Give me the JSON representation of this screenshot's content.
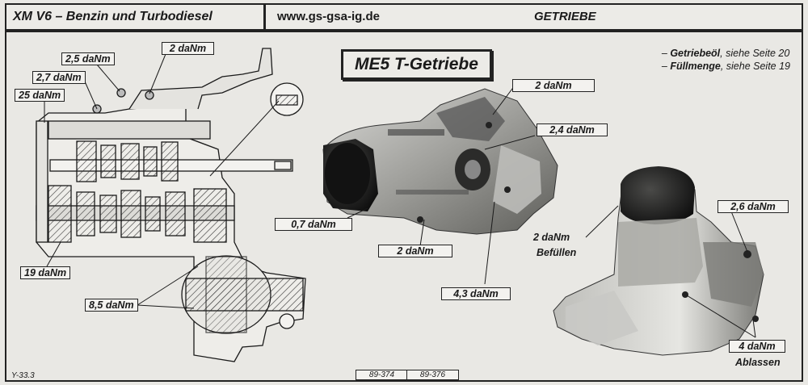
{
  "header": {
    "model": "XM V6 – Benzin und Turbodiesel",
    "url": "www.gs-gsa-ig.de",
    "section": "GETRIEBE"
  },
  "title": "ME5 T-Getriebe",
  "notes": [
    {
      "prefix": "– ",
      "bold": "Getriebeöl",
      "rest": ", siehe Seite 20"
    },
    {
      "prefix": "– ",
      "bold": "Füllmenge",
      "rest": ", siehe Seite 19"
    }
  ],
  "labels": {
    "l_2_5": "2,5 daNm",
    "l_2_top": "2 daNm",
    "l_2_7": "2,7 daNm",
    "l_25": "25 daNm",
    "l_19": "19 daNm",
    "l_8_5": "8,5 daNm",
    "l_2_mid": "2 daNm",
    "l_2_4": "2,4 daNm",
    "l_0_7": "0,7 daNm",
    "l_2_bot": "2 daNm",
    "l_4_3": "4,3 daNm",
    "l_2_fill": "2 daNm",
    "l_2_6": "2,6 daNm",
    "l_4": "4 daNm"
  },
  "captions": {
    "fill": "Befüllen",
    "drain": "Ablassen"
  },
  "refs": {
    "left": "Y-33.3",
    "mid1": "89-374",
    "mid2": "89-376"
  }
}
